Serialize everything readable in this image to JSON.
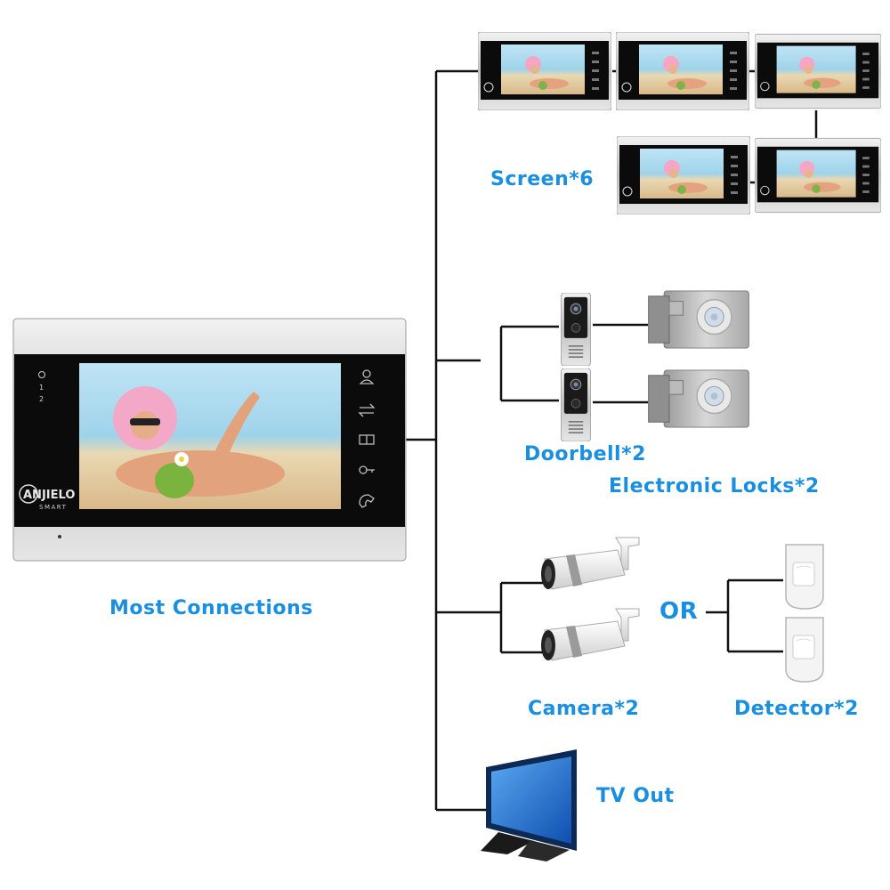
{
  "labels": {
    "screens": "Screen*6",
    "main": "Most Connections",
    "doorbell": "Doorbell*2",
    "locks": "Electronic Locks*2",
    "camera": "Camera*2",
    "or": "OR",
    "detector": "Detector*2",
    "tv": "TV Out"
  },
  "brand": {
    "name": "ANJIELO",
    "sub": "SMART"
  },
  "monitor_indicators": [
    "1",
    "2"
  ],
  "colors": {
    "label": "#1a8fe0",
    "wire": "#111111",
    "bezel": "#c9c9c9",
    "panel": "#0b0b0b",
    "tv_screen": "#1e6fd6"
  },
  "icons": [
    "person-icon",
    "transfer-icon",
    "monitor-icon",
    "key-icon",
    "handset-icon"
  ]
}
